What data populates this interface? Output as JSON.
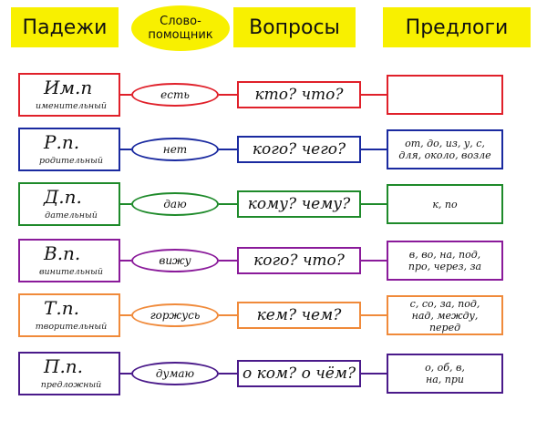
{
  "headers": {
    "cases": "Падежи",
    "helper": [
      "Слово-",
      "помощник"
    ],
    "questions": "Вопросы",
    "prepositions": "Предлоги"
  },
  "rows": [
    {
      "color": "#e0202a",
      "abbr": "Им.п",
      "full": "именительный",
      "helper": "есть",
      "question": "кто? что?",
      "prepositions": []
    },
    {
      "color": "#1a2aa0",
      "abbr": "Р.п.",
      "full": "родительный",
      "helper": "нет",
      "question": "кого? чего?",
      "prepositions": [
        "от, до, из, у, с,",
        "для, около, возле"
      ]
    },
    {
      "color": "#1e8a2a",
      "abbr": "Д.п.",
      "full": "дательный",
      "helper": "даю",
      "question": "кому? чему?",
      "prepositions": [
        "к, по"
      ]
    },
    {
      "color": "#8a1a9a",
      "abbr": "В.п.",
      "full": "винительный",
      "helper": "вижу",
      "question": "кого? что?",
      "prepositions": [
        "в, во, на, под,",
        "про, через, за"
      ]
    },
    {
      "color": "#f08a3a",
      "abbr": "Т.п.",
      "full": "творительный",
      "helper": "горжусь",
      "question": "кем? чем?",
      "prepositions": [
        "с, со, за, под,",
        "над, между,",
        "перед"
      ]
    },
    {
      "color": "#4a1a8a",
      "abbr": "П.п.",
      "full": "предложный",
      "helper": "думаю",
      "question": "о ком? о чём?",
      "prepositions": [
        "о, об, в,",
        "на, при"
      ]
    }
  ]
}
